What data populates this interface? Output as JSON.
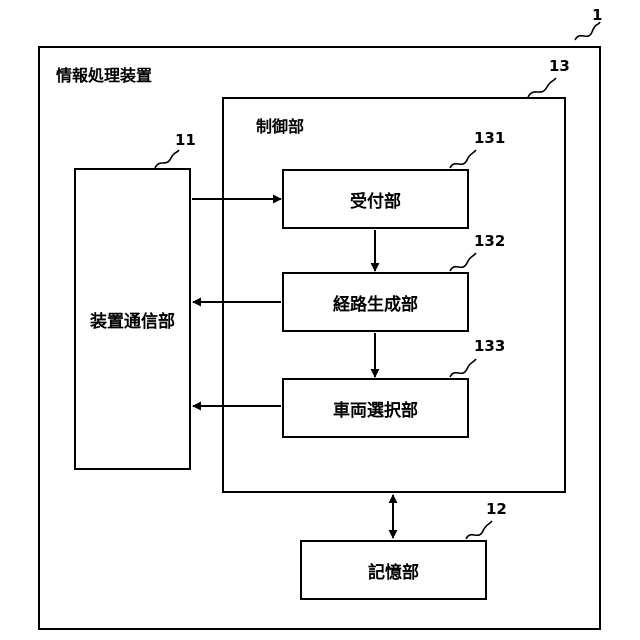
{
  "device": {
    "ref": "1",
    "label": "情報処理装置"
  },
  "comm": {
    "ref": "11",
    "label": "装置通信部"
  },
  "control": {
    "ref": "13",
    "label": "制御部"
  },
  "reception": {
    "ref": "131",
    "label": "受付部"
  },
  "route": {
    "ref": "132",
    "label": "経路生成部"
  },
  "vehicle": {
    "ref": "133",
    "label": "車両選択部"
  },
  "storage": {
    "ref": "12",
    "label": "記憶部"
  }
}
